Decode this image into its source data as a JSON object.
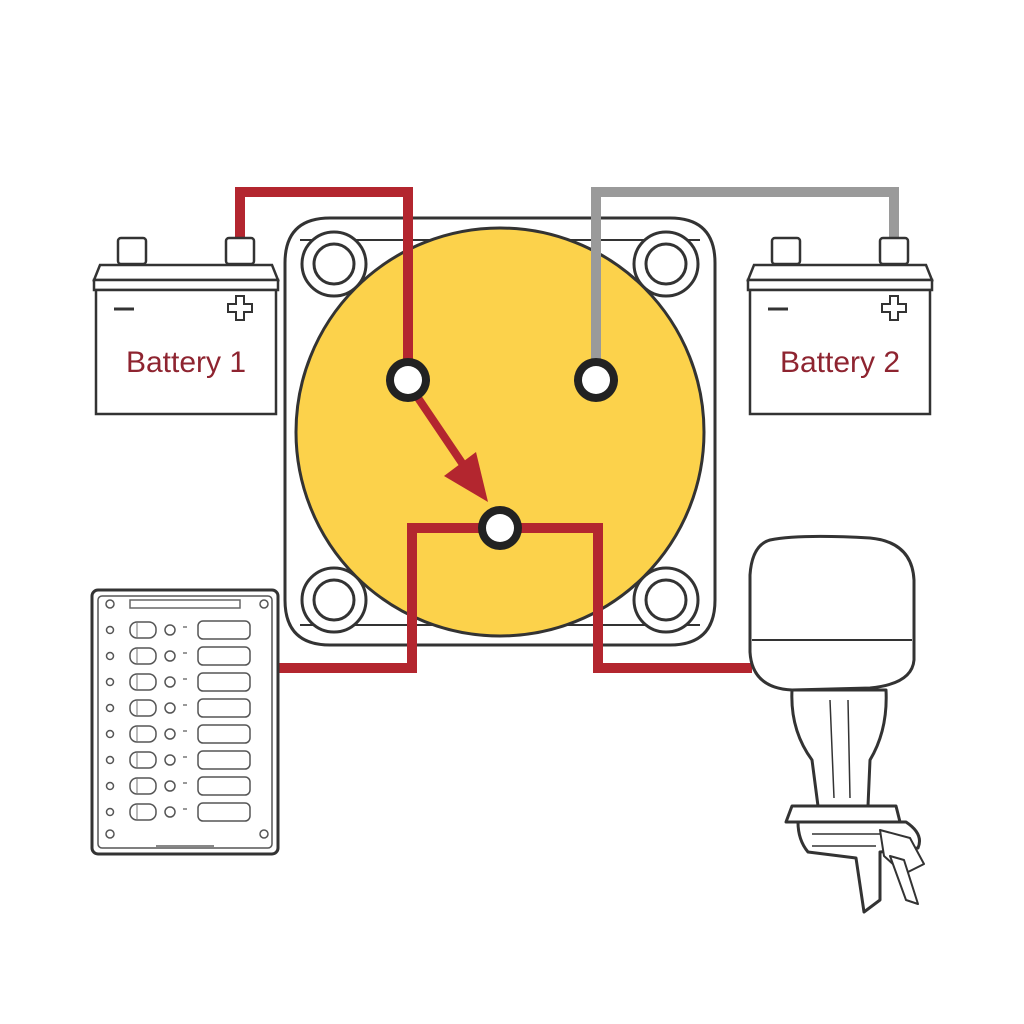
{
  "batteries": [
    {
      "label": "Battery 1"
    },
    {
      "label": "Battery 2"
    }
  ],
  "colors": {
    "positive_wire": "#b3262f",
    "battery2_wire": "#9a9a9a",
    "switch_face": "#fcd24b",
    "outline": "#333333",
    "label_text": "#8e2430"
  },
  "icons": [
    "battery-icon",
    "battery-selector-switch",
    "switch-panel-icon",
    "outboard-motor-icon"
  ]
}
